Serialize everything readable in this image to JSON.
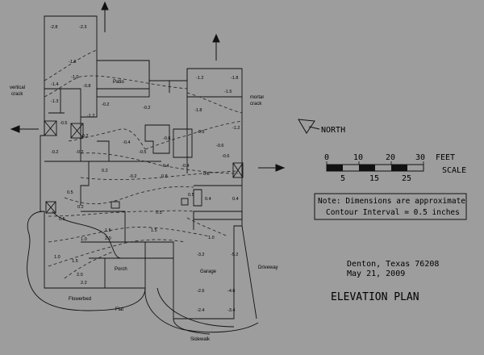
{
  "labels": {
    "patio": "Patio",
    "porch": "Porch",
    "garage": "Garage",
    "driveway": "Driveway",
    "flowerbed": "Flowerbed",
    "flat": "Flat",
    "sidewalk": "Sidewalk",
    "vertical_crack": [
      "vertical",
      "crack"
    ],
    "mortar_crack": [
      "mortar",
      "crack"
    ]
  },
  "north_label": "NORTH",
  "scale": {
    "top_ticks": [
      "0",
      "10",
      "20",
      "30"
    ],
    "top_unit": "FEET",
    "bottom_ticks": [
      "5",
      "15",
      "25"
    ],
    "bottom_unit": "SCALE"
  },
  "note": {
    "line1": "Note: Dimensions are approximate",
    "line2": "Contour Interval = 0.5 inches"
  },
  "location": {
    "city": "Denton, Texas  76208",
    "date": "May 21, 2009"
  },
  "title": "ELEVATION PLAN",
  "elevations": [
    "-2.8",
    "-2.3",
    "-1.6",
    "-1.4",
    "-1.0",
    "-0.8",
    "-1.3",
    "-0.2",
    "-0.2",
    "-1.2",
    "-1.8",
    "-1.5",
    "-1.8",
    "-1.2",
    "-1.2",
    "-0.5",
    "-0.2",
    "-0.2",
    "-0.4",
    "-0.5",
    "-0.6",
    "-0.6",
    "-0.4",
    "-0.4",
    "0.2",
    "-0.2",
    "0.8",
    "0.5",
    "0.5",
    "0.5",
    "0.4",
    "0.8",
    "0.4",
    "0.5",
    "0.2",
    "1.0",
    "1.5",
    "1.5",
    "1.0",
    "1.0",
    "1.5",
    "2.0",
    "2.2",
    "2.0",
    "-3.2",
    "-5.2",
    "-2.6",
    "-4.6",
    "-2.4",
    "-3.4",
    "-0.2",
    "-0.6",
    "-0.5"
  ]
}
